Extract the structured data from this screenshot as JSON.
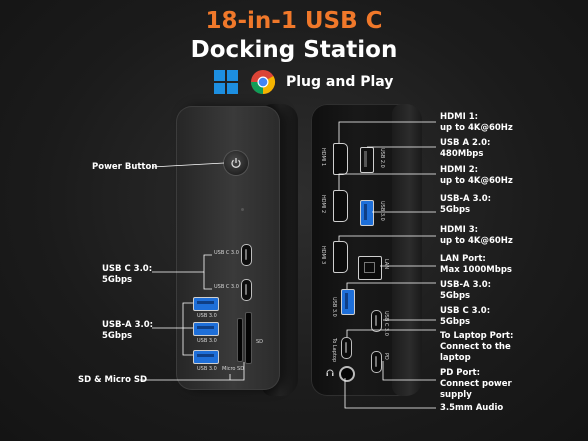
{
  "title": {
    "line1": "18-in-1 USB C",
    "line2": "Docking Station"
  },
  "plug_row": {
    "icons": [
      "windows-icon",
      "chrome-icon"
    ],
    "text": "Plug and Play"
  },
  "colors": {
    "accent": "#f0782a",
    "background": "#1e1e1e",
    "usb3_blue": "#1e6fd9"
  },
  "front_labels": {
    "usbc_top": "USB C 3.0",
    "usbc_bottom": "USB C 3.0",
    "usba_1": "USB 3.0",
    "usba_2": "USB 3.0",
    "usba_3": "USB 3.0",
    "sd": "SD",
    "micro_sd": "Micro SD"
  },
  "back_labels": {
    "hdmi1": "HDMI 1",
    "hdmi2": "HDMI 2",
    "hdmi3": "HDMI 3",
    "usb20": "USB 2.0",
    "usb30_a": "USB 3.0",
    "lan": "LAN",
    "usb30_b": "USB 3.0",
    "usbc30": "USB C 3.0",
    "to_laptop": "To Laptop",
    "pd": "PD"
  },
  "callouts_left": {
    "power": "Power Button",
    "usbc": [
      "USB C 3.0:",
      "5Gbps"
    ],
    "usba": [
      "USB-A 3.0:",
      "5Gbps"
    ],
    "sd": "SD & Micro SD"
  },
  "callouts_right": {
    "hdmi1": [
      "HDMI 1:",
      "up to 4K@60Hz"
    ],
    "usba20": [
      "USB A 2.0:",
      "480Mbps"
    ],
    "hdmi2": [
      "HDMI 2:",
      "up to 4K@60Hz"
    ],
    "usba30_1": [
      "USB-A 3.0:",
      "5Gbps"
    ],
    "hdmi3": [
      "HDMI 3:",
      "up to 4K@60Hz"
    ],
    "lan": [
      "LAN Port:",
      "Max 1000Mbps"
    ],
    "usba30_2": [
      "USB-A 3.0:",
      "5Gbps"
    ],
    "usbc30": [
      "USB C 3.0:",
      "5Gbps"
    ],
    "laptop": [
      "To Laptop Port:",
      "Connect to the",
      "laptop"
    ],
    "pd": [
      "PD Port:",
      "Connect power",
      "supply"
    ],
    "audio": "3.5mm Audio"
  }
}
